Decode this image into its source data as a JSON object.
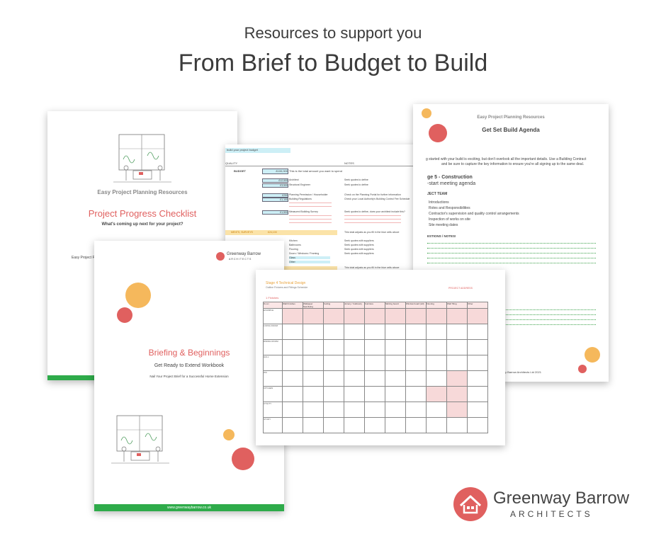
{
  "header": {
    "subtitle": "Resources to support you",
    "title": "From Brief to Budget to Build"
  },
  "colors": {
    "accent_red": "#e0605f",
    "accent_orange": "#f5b85c",
    "green": "#2eab4a",
    "text": "#3b3b3b"
  },
  "checklist": {
    "series": "Easy Project Planning Resources",
    "title": "Project Progress Checklist",
    "subtitle": "What's coming up next for your project?",
    "footer_fragment": "Easy Project P"
  },
  "budget_sheet": {
    "heading": "build your project budget",
    "col_quality": "QUALITY",
    "col_notes": "NOTES",
    "budget_label": "BUDGET",
    "budget_value": "£100,000",
    "budget_note": "This is the total amount you want to spend",
    "section_label": "MENTS, SURVEYS",
    "section_value": "£24,100",
    "section_note": "This total adjusts as you fill in the blue cells above",
    "total_note_2": "This total adjusts as you fill in the blue cells above",
    "rows": [
      {
        "value": "£12,500",
        "label": "Architect",
        "note": "Seek quotes to define"
      },
      {
        "value": "£3,500",
        "label": "Structural Engineer",
        "note": "Seek quotes to define"
      },
      {
        "value": "£250",
        "label": "Planning Permission / Householder",
        "note": "Check on the Planning Portal for further information"
      },
      {
        "value": "£1,100",
        "label": "Building Regulations",
        "note": "Check your Local Authority's Building Control Fee Schedule"
      },
      {
        "value": "£1,500",
        "label": "Measured Building Survey",
        "note": "Seek quotes to define, does your architect include this?"
      }
    ],
    "items": [
      "Kitchen",
      "Bathrooms",
      "Flooring",
      "Doors / Windows / Framing",
      "Glass",
      "Other"
    ],
    "item_note": "Seek quotes with suppliers"
  },
  "agenda": {
    "series": "Easy Project Planning Resources",
    "title": "Get Set Build Agenda",
    "intro_1": "g started with your build is exciting, but don't overlook all the important details. Use a Building Contract",
    "intro_2": "and be sure to capture the key information to ensure you're all signing up to the same deal.",
    "stage": "ge 5 - Construction",
    "meeting": "-start meeting agenda",
    "team": "JECT TEAM",
    "list": [
      "Introductions",
      "Roles and Responsibilities",
      "Contractor's supervision and quality control arrangements",
      "Inspection of works on site",
      "Site meeting dates"
    ],
    "questions": "ESTIONS / NOTES!",
    "footer": "y Barrow Architects Ltd 2021"
  },
  "workbook": {
    "brand_name": "Greenway Barrow",
    "brand_sub": "ARCHITECTS",
    "title": "Briefing & Beginnings",
    "subtitle": "Get Ready to Extend Workbook",
    "tagline": "Nail Your Project Brief for a Successful Home Extension",
    "footer": "www.greenwaybarrow.co.uk"
  },
  "schedule": {
    "title": "Stage 4 Technical Design",
    "subtitle": "Outline Fixtures and Fittings Schedule",
    "project": "PROJECT ADDRESS",
    "section": "1 Finishes",
    "columns": [
      "Room",
      "Wall Finishes",
      "Wallpaper Specifying",
      "Ceiling",
      "Joinery / Cabinetry",
      "Furniture",
      "Skirting board",
      "Window board (sill)",
      "Flooring",
      "Wall Tiling",
      "Other"
    ],
    "rooms": [
      "EXAMPLE",
      "LIVING ROOM",
      "DINING ROOM",
      "HALL",
      "WC",
      "KITCHEN",
      "UTILITY",
      "STUDY"
    ]
  },
  "logo": {
    "name": "Greenway Barrow",
    "sub": "ARCHITECTS"
  }
}
